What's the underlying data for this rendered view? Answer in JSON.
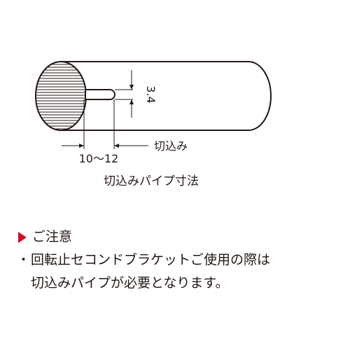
{
  "diagram": {
    "dim_slot_width": "3.4",
    "dim_slot_depth": "10～12",
    "callout_label": "切込み",
    "caption": "切込みパイプ寸法"
  },
  "notes": {
    "heading": "ご注意",
    "bullet_mark": "・",
    "line1": "回転止セコンドブラケットご使用の際は",
    "line2": "切込みパイプが必要となります。",
    "accent_color": "#c8102e"
  }
}
